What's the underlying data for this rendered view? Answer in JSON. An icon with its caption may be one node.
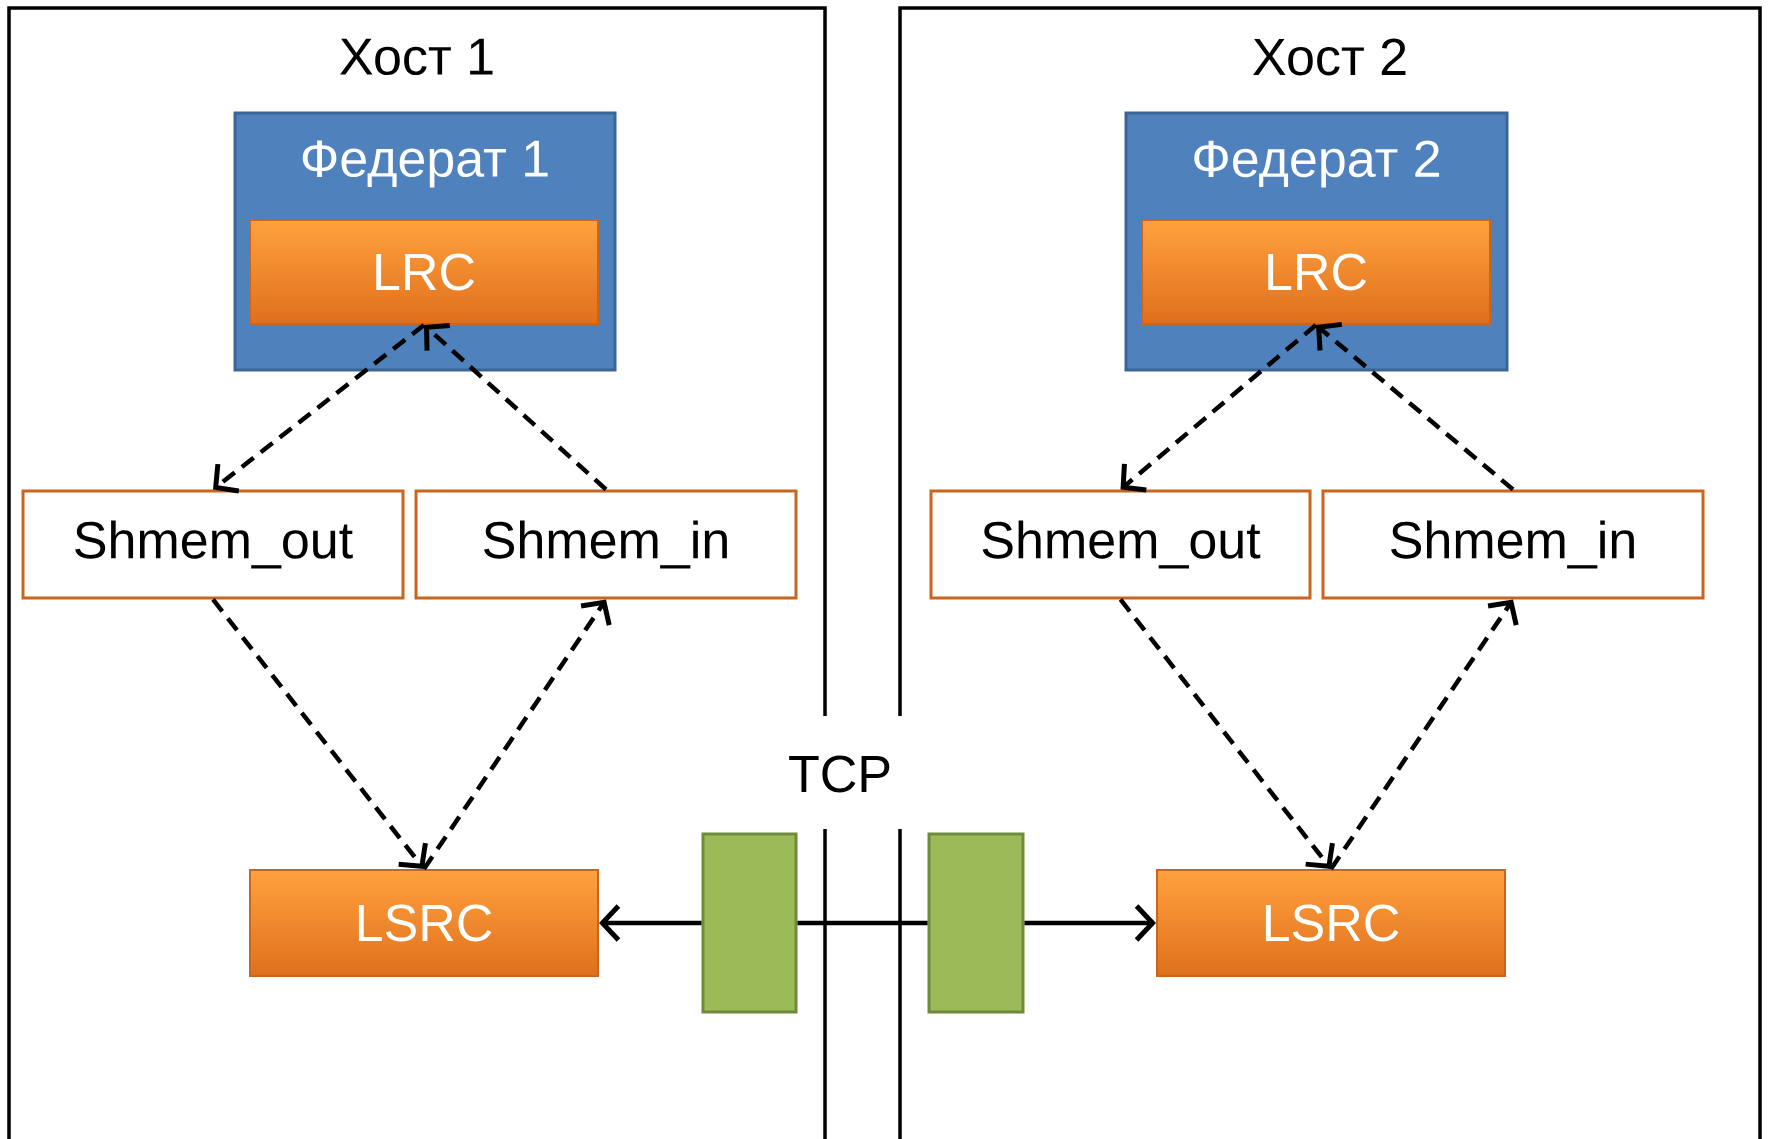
{
  "diagram": {
    "nodes": [
      {
        "text": [
          "Хост 1"
        ]
      },
      {
        "text": [
          "Федерат 1"
        ],
        "in": 0
      },
      {
        "text": [
          "LRC"
        ],
        "in": 1
      },
      {
        "text": [
          "Shmem_out"
        ],
        "in": 0
      },
      {
        "text": [
          "Shmem_in"
        ],
        "in": 0
      },
      {
        "text": [
          "LSRC"
        ],
        "in": 0
      },
      {
        "text": [
          "Хост 2"
        ]
      },
      {
        "text": [
          "Федерат 2"
        ],
        "in": 6
      },
      {
        "text": [
          "LRC"
        ],
        "in": 7
      },
      {
        "text": [
          "Shmem_out"
        ],
        "in": 6
      },
      {
        "text": [
          "Shmem_in"
        ],
        "in": 6
      },
      {
        "text": [
          "LSRC"
        ],
        "in": 6
      },
      {
        "text": [],
        "shape": "box",
        "in": 0
      },
      {
        "text": [],
        "shape": "box",
        "in": 6
      }
    ],
    "edges": [
      {
        "from": 2,
        "to": 3,
        "arrow": "to",
        "style": "dashed"
      },
      {
        "from": 4,
        "to": 2,
        "arrow": "to",
        "style": "dashed"
      },
      {
        "from": 3,
        "to": 5,
        "arrow": "to",
        "style": "dashed"
      },
      {
        "from": 5,
        "to": 4,
        "arrow": "to",
        "style": "dashed"
      },
      {
        "from": 8,
        "to": 9,
        "arrow": "to",
        "style": "dashed"
      },
      {
        "from": 10,
        "to": 8,
        "arrow": "to",
        "style": "dashed"
      },
      {
        "from": 9,
        "to": 11,
        "arrow": "to",
        "style": "dashed"
      },
      {
        "from": 11,
        "to": 10,
        "arrow": "to",
        "style": "dashed"
      },
      {
        "from": 12,
        "to": 5,
        "arrow": "to"
      },
      {
        "from": 12,
        "to": 13,
        "arrow": "none"
      },
      {
        "from": 13,
        "to": 11,
        "arrow": "to"
      }
    ],
    "labels": [
      "TCP"
    ]
  }
}
